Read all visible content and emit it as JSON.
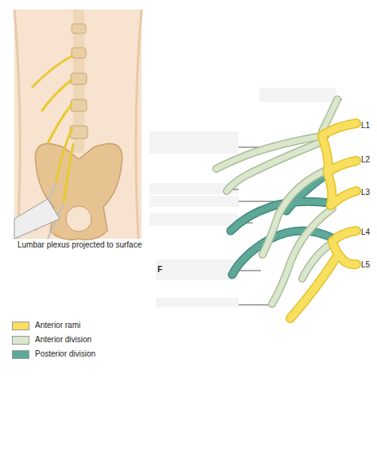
{
  "diagram": {
    "caption": "Lumbar plexus projected to surface",
    "labels": [
      "L1",
      "L2",
      "L3",
      "L4",
      "L5",
      "F"
    ],
    "legend": [
      {
        "text": "Anterior rami",
        "color": "#f8df5f"
      },
      {
        "text": "Anterior division",
        "color": "#dbe7cd"
      },
      {
        "text": "Posterior division",
        "color": "#5ea89a"
      }
    ]
  }
}
